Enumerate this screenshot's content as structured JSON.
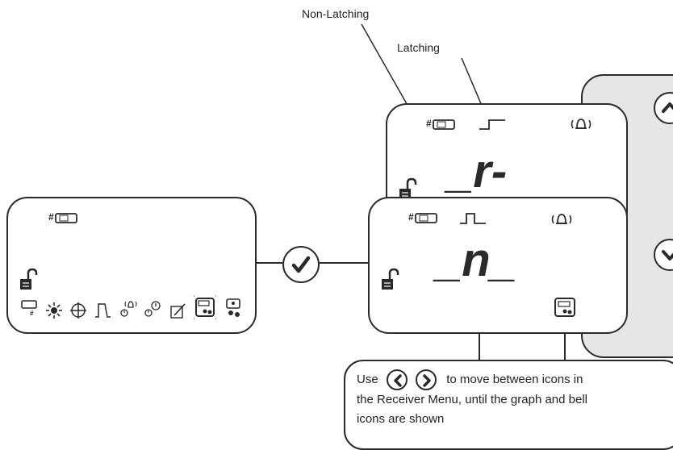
{
  "labels": {
    "non_latching": "Non-Latching",
    "latching": "Latching"
  },
  "callout": {
    "text_use": "Use",
    "text_move": "to move between icons in",
    "line2": "the Receiver Menu, until the graph and bell",
    "line3": "icons are shown"
  },
  "display_latching": {
    "hash_label": "#",
    "segment_text": "_r-"
  },
  "display_non_latching": {
    "hash_label": "#",
    "segment_text": "_n_"
  },
  "display_menu": {
    "hash_label": "#",
    "icon_row": [
      "receiver-number-icon",
      "brightness-icon",
      "target-icon",
      "pulse-mode-icon",
      "bell-timer-icon",
      "timer-icon",
      "edit-icon",
      "receiver-settings-icon",
      "transmitter-settings-icon"
    ]
  },
  "colors": {
    "line": "#2a2a2a",
    "back_panel": "#e6e6e6"
  }
}
